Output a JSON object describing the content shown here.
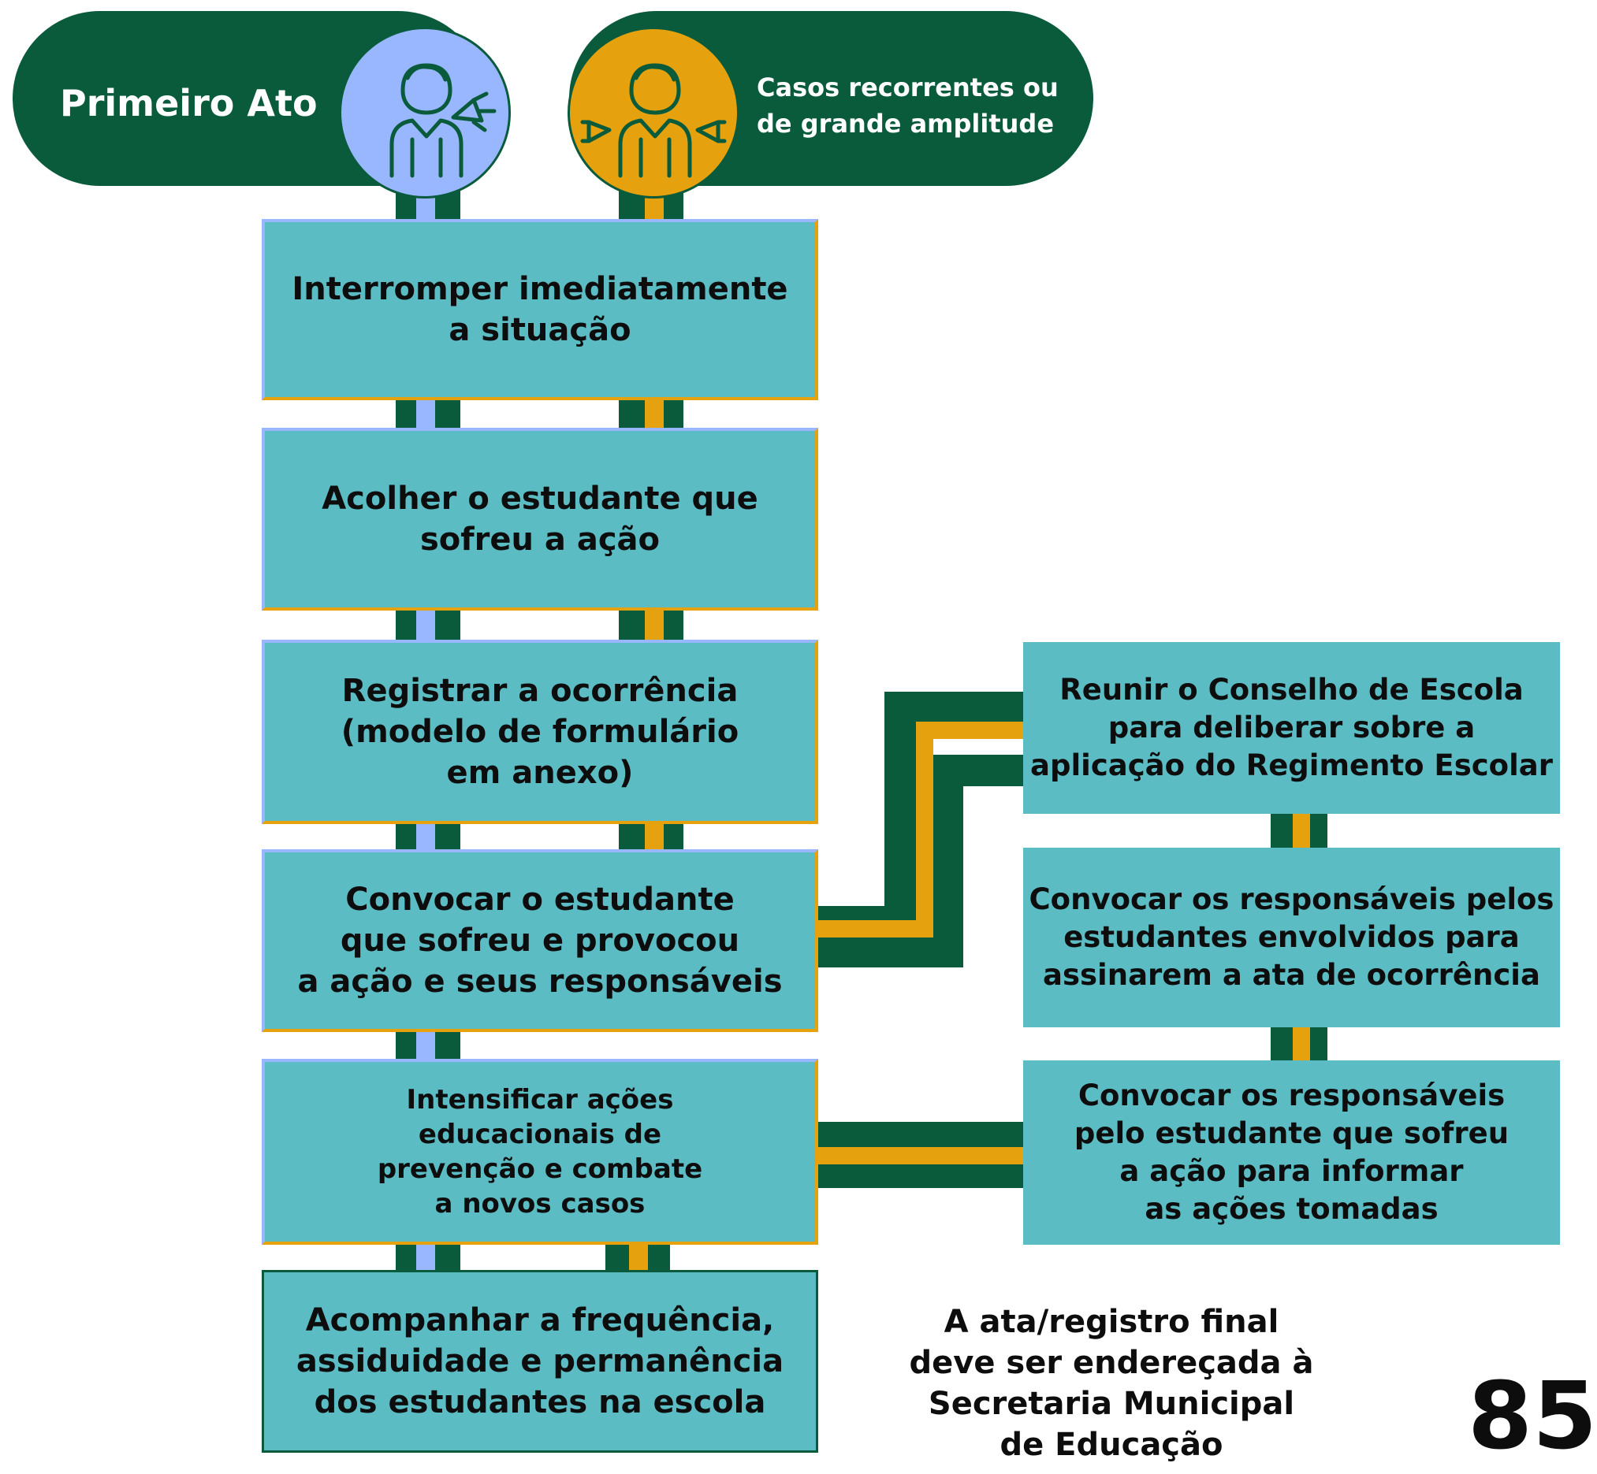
{
  "header": {
    "left_pill_label": "Primeiro Ato",
    "right_pill_label": "Casos recorrentes ou\nde grande amplitude",
    "left_icon": "person-with-megaphone-icon",
    "right_icon": "person-with-two-megaphones-icon"
  },
  "colors": {
    "dark_green": "#0a5a3c",
    "teal_box": "#5cbcc4",
    "blue_track": "#98b7ff",
    "orange_track": "#e6a20e"
  },
  "steps": [
    "Interromper imediatamente\na situação",
    "Acolher o estudante que\nsofreu a ação",
    "Registrar a ocorrência\n(modelo de formulário\nem anexo)",
    "Convocar o estudante\nque sofreu e provocou\na ação e seus responsáveis",
    "Intensificar ações\neducacionais de\nprevenção e combate\na novos casos",
    "Acompanhar a frequência,\nassiduidade e permanência\ndos estudantes na escola"
  ],
  "side_steps": [
    "Reunir o Conselho de Escola\npara deliberar sobre a\naplicação do Regimento Escolar",
    "Convocar os responsáveis pelos\nestudantes envolvidos para\nassinarem a ata de ocorrência",
    "Convocar os responsáveis\npelo estudante que sofreu\na ação para informar\nas ações tomadas"
  ],
  "footer_note": "A ata/registro final\ndeve ser endereçada  à\nSecretaria Municipal\nde Educação",
  "page_number": "85"
}
